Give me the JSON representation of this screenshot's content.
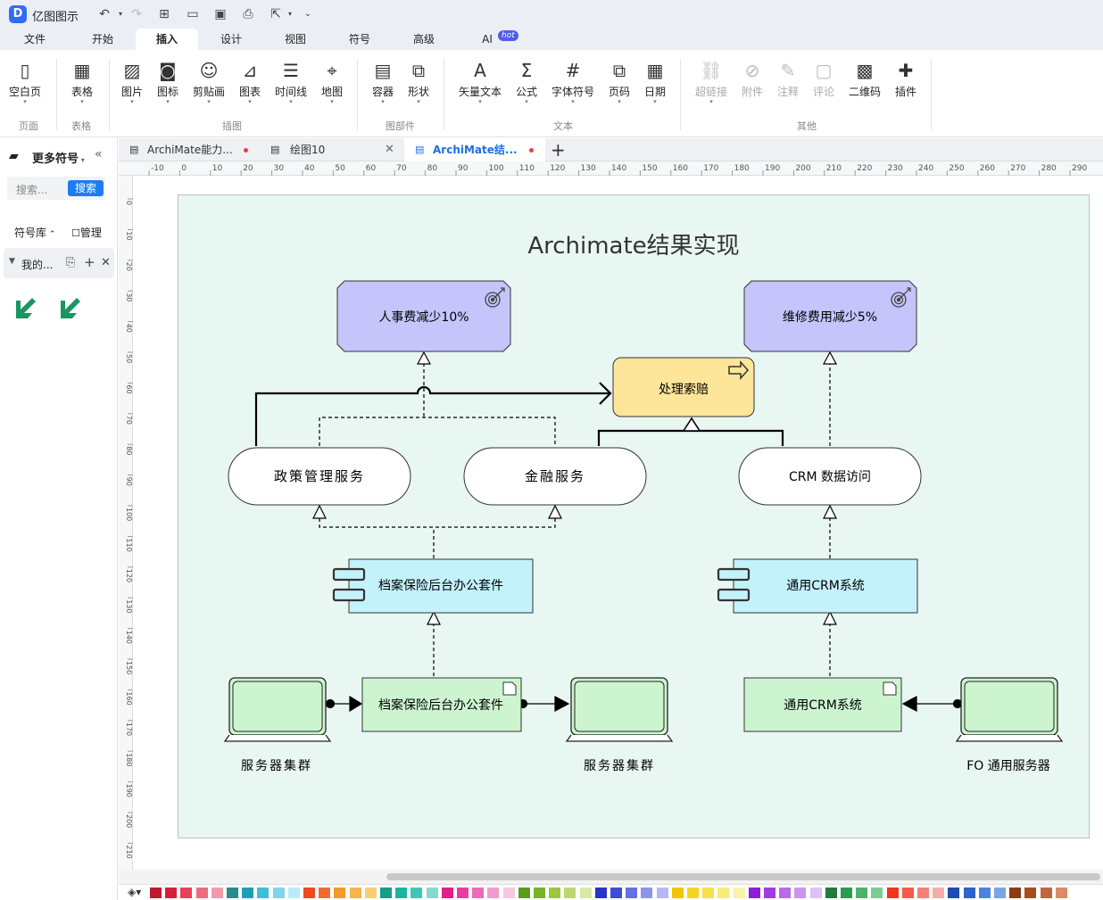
{
  "app": {
    "name": "亿图图示"
  },
  "menu": {
    "tabs": [
      "文件",
      "开始",
      "插入",
      "设计",
      "视图",
      "符号",
      "高级",
      "AI"
    ],
    "active": "插入",
    "hot_badge": "hot"
  },
  "ribbon": {
    "groups": [
      {
        "label": "页面",
        "buttons": [
          {
            "label": "空白页",
            "icon": "blank-page-icon"
          }
        ]
      },
      {
        "label": "表格",
        "buttons": [
          {
            "label": "表格",
            "icon": "table-icon"
          }
        ]
      },
      {
        "label": "插图",
        "buttons": [
          {
            "label": "图片",
            "icon": "image-icon"
          },
          {
            "label": "图标",
            "icon": "icon-icon"
          },
          {
            "label": "剪贴画",
            "icon": "clipart-icon"
          },
          {
            "label": "图表",
            "icon": "chart-icon"
          },
          {
            "label": "时间线",
            "icon": "timeline-icon"
          },
          {
            "label": "地图",
            "icon": "map-icon"
          }
        ]
      },
      {
        "label": "图部件",
        "buttons": [
          {
            "label": "容器",
            "icon": "container-icon"
          },
          {
            "label": "形状",
            "icon": "shape-icon"
          }
        ]
      },
      {
        "label": "文本",
        "buttons": [
          {
            "label": "矢量文本",
            "icon": "vector-text-icon"
          },
          {
            "label": "公式",
            "icon": "formula-icon"
          },
          {
            "label": "字体符号",
            "icon": "font-symbol-icon"
          },
          {
            "label": "页码",
            "icon": "page-number-icon"
          },
          {
            "label": "日期",
            "icon": "date-icon"
          }
        ]
      },
      {
        "label": "其他",
        "buttons": [
          {
            "label": "超链接",
            "icon": "hyperlink-icon",
            "disabled": true
          },
          {
            "label": "附件",
            "icon": "attachment-icon",
            "disabled": true
          },
          {
            "label": "注释",
            "icon": "annotation-icon",
            "disabled": true
          },
          {
            "label": "评论",
            "icon": "comment-icon",
            "disabled": true
          },
          {
            "label": "二维码",
            "icon": "qrcode-icon"
          },
          {
            "label": "插件",
            "icon": "plugin-icon"
          }
        ]
      }
    ]
  },
  "left_panel": {
    "title": "更多符号",
    "search_placeholder": "搜索...",
    "search_button": "搜索",
    "library_label": "符号库",
    "manage_label": "管理",
    "my_library": "我的..."
  },
  "doc_tabs": [
    {
      "title": "ArchiMate能力...",
      "modified": true,
      "active": false
    },
    {
      "title": "绘图10",
      "modified": false,
      "active": false
    },
    {
      "title": "ArchiMate结...",
      "modified": true,
      "active": true
    }
  ],
  "ruler": {
    "top": [
      "-10",
      "0",
      "10",
      "20",
      "30",
      "40",
      "50",
      "60",
      "70",
      "80",
      "90",
      "100",
      "110",
      "120",
      "130",
      "140",
      "150",
      "160",
      "170",
      "180",
      "190",
      "200",
      "210",
      "220",
      "230",
      "240",
      "250",
      "260",
      "270",
      "280",
      "290"
    ],
    "left": [
      "0",
      "10",
      "20",
      "30",
      "40",
      "50",
      "60",
      "70",
      "80",
      "90",
      "100",
      "110",
      "120",
      "130",
      "140",
      "150",
      "160",
      "170",
      "180",
      "190",
      "200",
      "210"
    ]
  },
  "diagram": {
    "title": "Archimate结果实现",
    "goals": [
      "人事费减少10%",
      "维修费用减少5%"
    ],
    "process": "处理索赔",
    "services": [
      "政策管理服务",
      "金融服务",
      "CRM 数据访问"
    ],
    "components": [
      "档案保险后台办公套件",
      "通用CRM系统"
    ],
    "artifacts": [
      "档案保险后台办公套件",
      "通用CRM系统"
    ],
    "nodes": [
      "服务器集群",
      "服务器集群",
      "FO 通用服务器"
    ],
    "colors": {
      "goal": "#c5c4fb",
      "process": "#fde59a",
      "service": "#ffffff",
      "component": "#c3f2fb",
      "artifact": "#ccf5cf",
      "page": "#e9f7f3"
    }
  },
  "palette": [
    "#c0182f",
    "#d81f3a",
    "#e8405a",
    "#ee6a80",
    "#f29aaa",
    "#2a8c8c",
    "#1ea0b4",
    "#3cbfd8",
    "#7dd6ea",
    "#b8ecf6",
    "#f04a1e",
    "#f26a2e",
    "#f59a2a",
    "#f7b44a",
    "#f9cc7a",
    "#149c8c",
    "#1cb4a0",
    "#3cc8b4",
    "#80dccc",
    "#e01e8c",
    "#e83ca0",
    "#ee6ab8",
    "#f29acc",
    "#f6c8e0",
    "#5a9c1e",
    "#78b428",
    "#9cc83c",
    "#bcd870",
    "#d8e8a8",
    "#2a34c8",
    "#3c4ed8",
    "#6470e4",
    "#8c94ec",
    "#b4b8f4",
    "#f0c800",
    "#f4d41e",
    "#f7e04a",
    "#f9ea7a",
    "#fbf2a8",
    "#8c1ed8",
    "#a03ce4",
    "#b86aec",
    "#cc94f0",
    "#e0c0f6",
    "#1e7c3c",
    "#2a9c4e",
    "#4cb46a",
    "#7ccc94",
    "#f0341e",
    "#f45a4a",
    "#f6807a",
    "#f9aca8",
    "#1e4cb4",
    "#2a64cc",
    "#4c84dc",
    "#7ca4e8",
    "#8c3c14",
    "#a84c1e",
    "#c4643c",
    "#d88c6a"
  ]
}
